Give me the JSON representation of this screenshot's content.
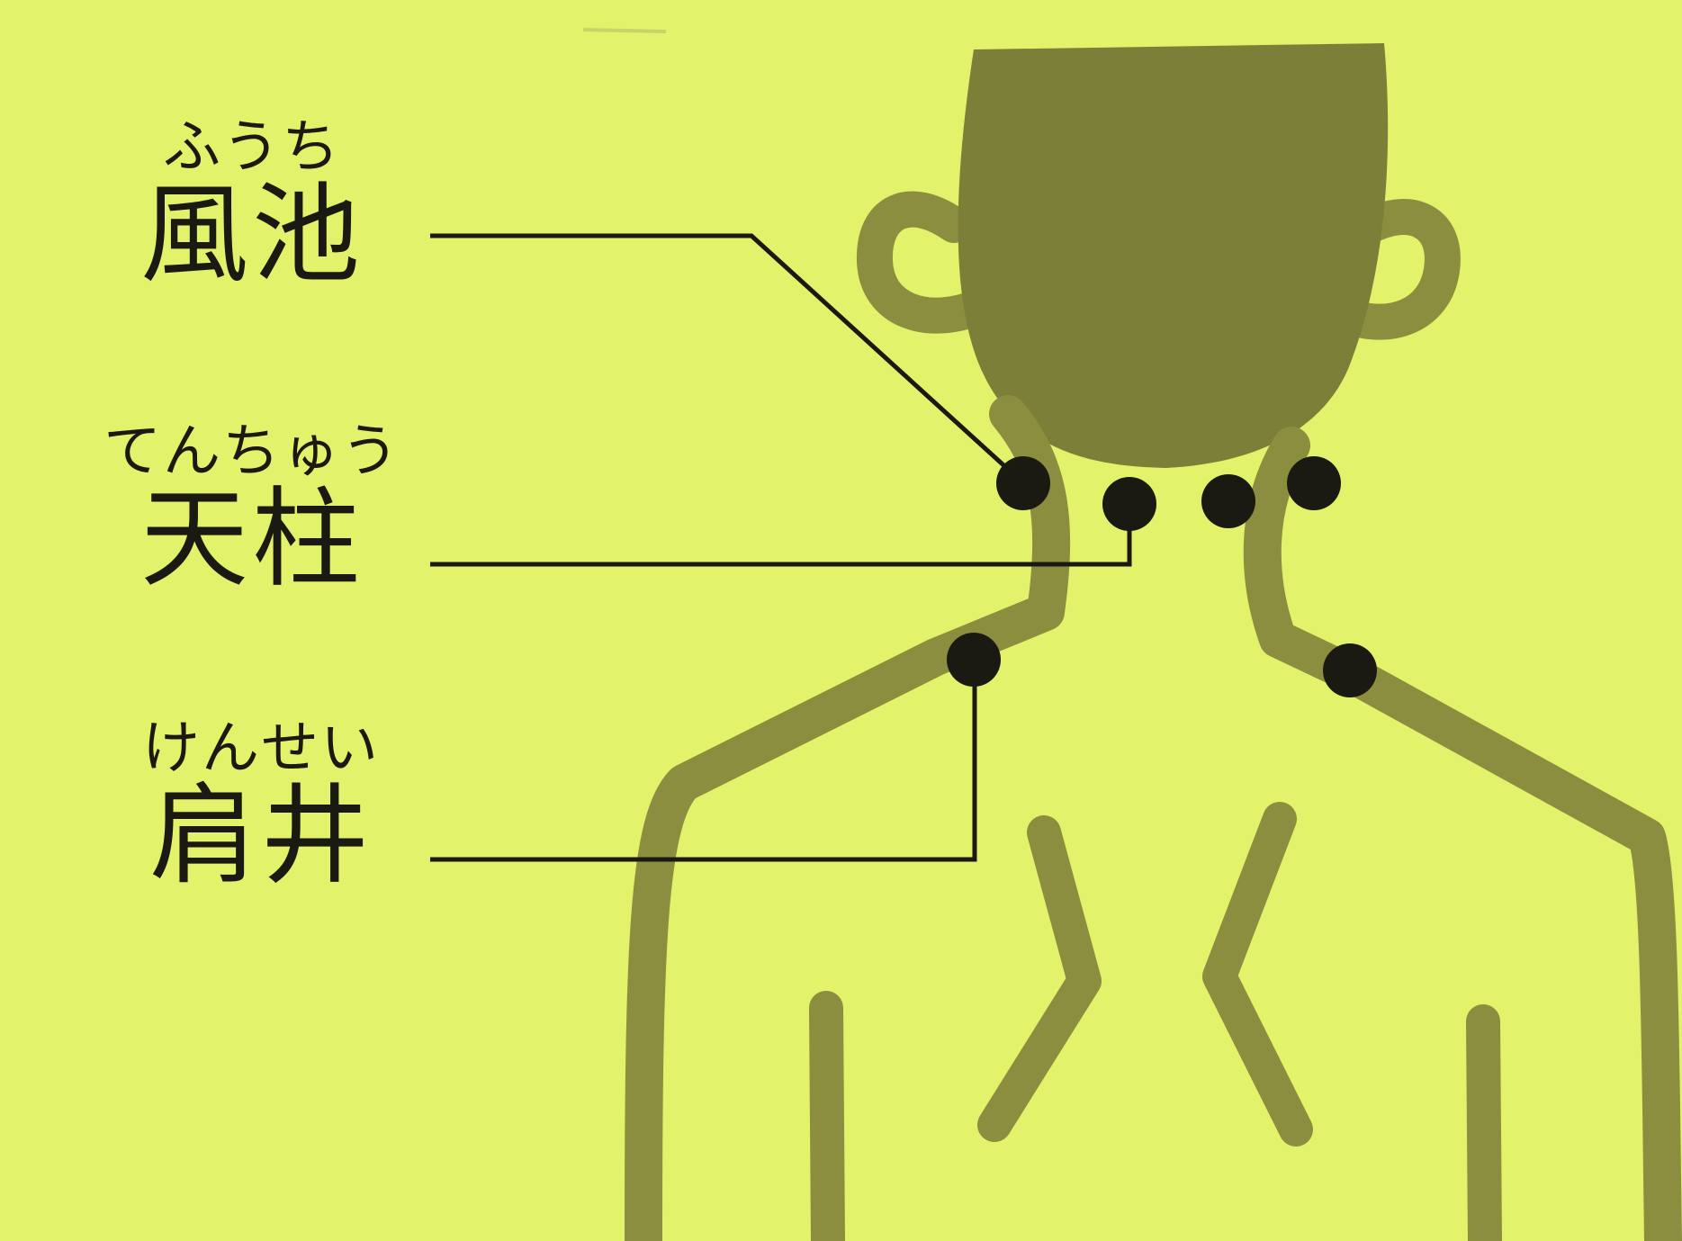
{
  "colors": {
    "background": "#e2f26a",
    "figure": "#8b8e3e",
    "head_fill": "#7c7f37",
    "point": "#1b1a12",
    "leader_line": "#1b1a12",
    "text": "#1b1a12"
  },
  "figure": {
    "subject": "back-of-head-neck-shoulders"
  },
  "acupoints": [
    {
      "id": "fuchi",
      "reading": "ふうち",
      "name": "風池"
    },
    {
      "id": "tenchu",
      "reading": "てんちゅう",
      "name": "天柱"
    },
    {
      "id": "kensei",
      "reading": "けんせい",
      "name": "肩井"
    }
  ]
}
